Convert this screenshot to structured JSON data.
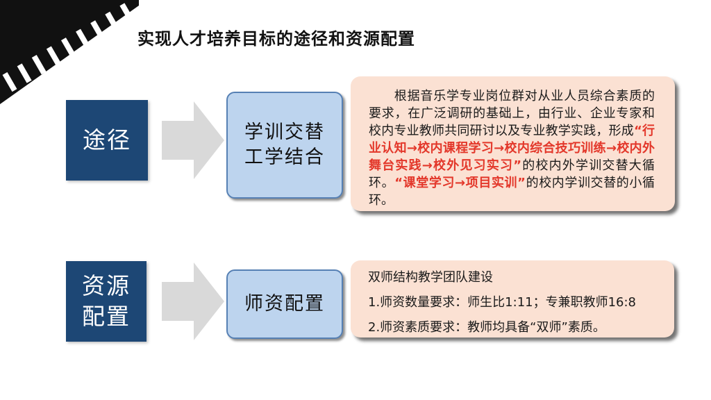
{
  "title": "实现人才培养目标的途径和资源配置",
  "row1": {
    "label": "途径",
    "box": [
      "学训交替",
      "工学结合"
    ],
    "desc": {
      "intro": "根据音乐学专业岗位群对从业人员综合素质的要求，在广泛调研的基础上，由行业、企业专家和校内专业教师共同研讨以及专业教学实践，形成",
      "highlight1": "“行业认知→校内课程学习→校内综合技巧训练→校内外舞台实践→校外见习实习”",
      "mid": "的校内外学训交替大循环。",
      "highlight2": "“课堂学习→项目实训”",
      "outro": "的校内学训交替的小循环。"
    }
  },
  "row2": {
    "label": [
      "资源",
      "配置"
    ],
    "box": "师资配置",
    "lines": [
      "双师结构教学团队建设",
      "1.师资数量要求：师生比1:11；专兼职教师16:8",
      "2.师资素质要求：教师均具备“双师”素质。"
    ]
  },
  "colors": {
    "navy": "#1d4775",
    "box_blue": "#bdd4ee",
    "box_border": "#5680b4",
    "peach": "#fbe1d3",
    "highlight_red": "#e3372a",
    "arrow_gray": "#d9d9d9"
  }
}
